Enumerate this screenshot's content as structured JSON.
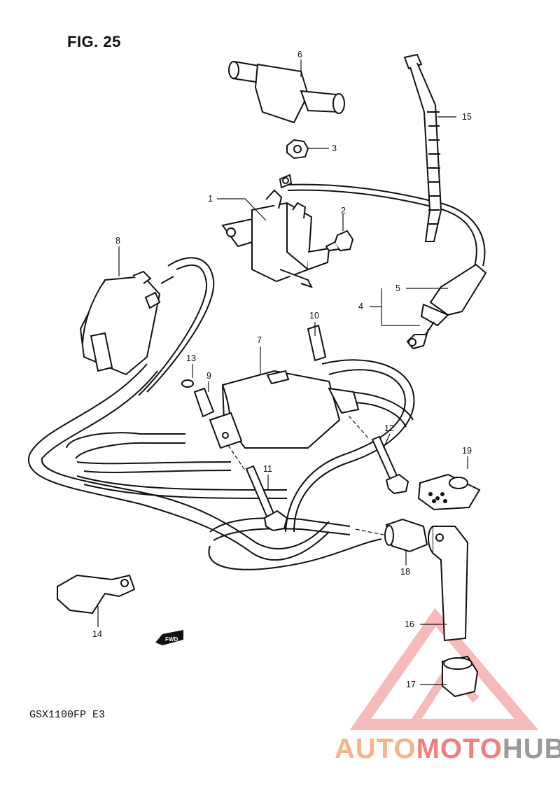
{
  "figure": {
    "title": "FIG. 25",
    "model": "GSX1100FP  E3"
  },
  "callouts": {
    "c1": "1",
    "c2": "2",
    "c3": "3",
    "c4": "4",
    "c5": "5",
    "c6": "6",
    "c7": "7",
    "c8": "8",
    "c9": "9",
    "c10": "10",
    "c11": "11",
    "c12": "12",
    "c13": "13",
    "c14": "14",
    "c15": "15",
    "c16": "16",
    "c17": "17",
    "c18": "18",
    "c19": "19"
  },
  "fwd_marker": "FWD",
  "watermark": {
    "part1": "AUTO",
    "part2": "MOTO",
    "part3": "HUB"
  },
  "colors": {
    "line": "#111111",
    "watermark_red": "#f08080",
    "watermark_orange": "#f6b48a",
    "watermark_gray": "#9a9a9a"
  }
}
